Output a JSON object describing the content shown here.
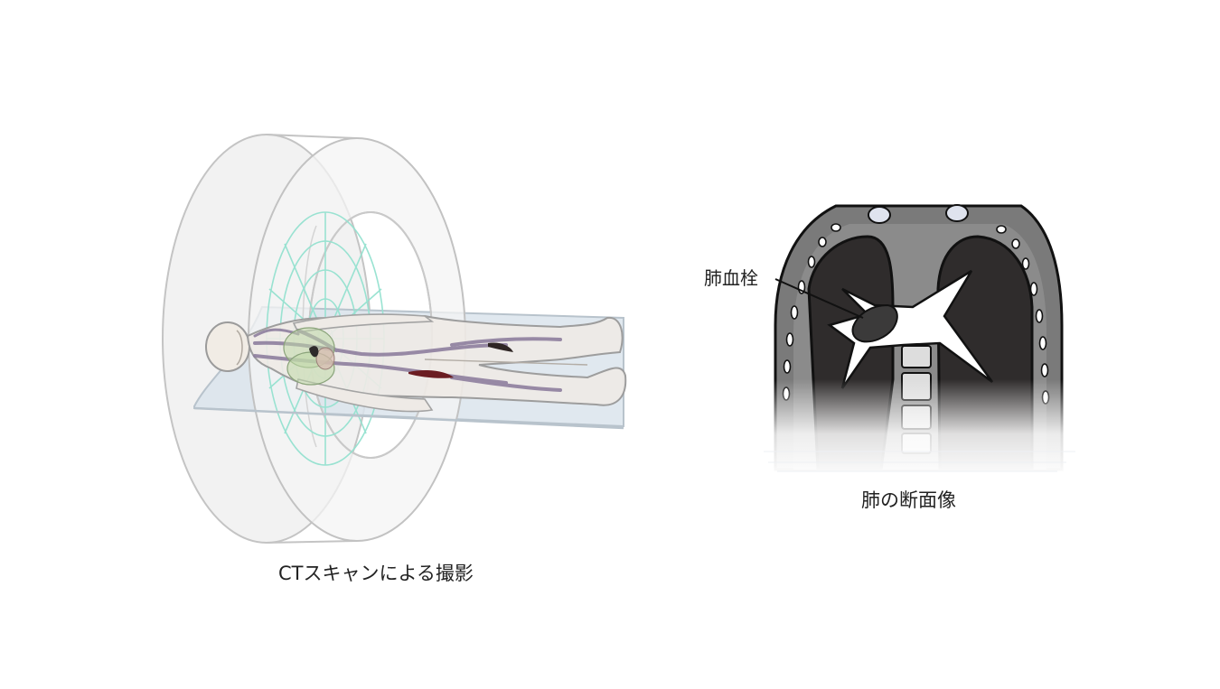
{
  "figure": {
    "left_caption": "CTスキャンによる撮影",
    "right_caption": "肺の断面像",
    "pointer_label": "肺血栓"
  },
  "icons": [
    "ct-scanner-icon",
    "patient-body-icon",
    "lung-cross-section-icon"
  ],
  "colors": {
    "scanner_outline": "#bdbdbd",
    "scan_grid": "#8fe3cf",
    "table": "#d7e2ea",
    "body_fill": "#efebe6",
    "vessels": "#8a7a9c",
    "clot": "#6b1d22",
    "lung_dark": "#2e2b2b",
    "chest_wall": "#777777"
  }
}
